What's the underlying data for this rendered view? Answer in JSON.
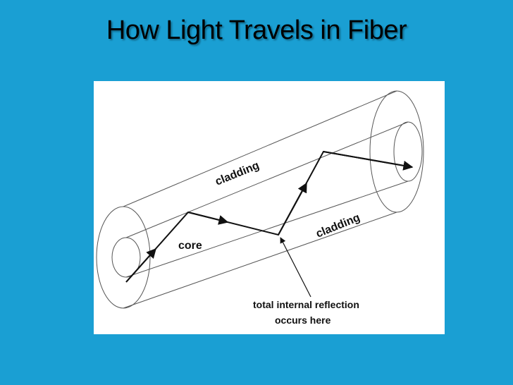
{
  "slide": {
    "title": "How Light Travels in Fiber",
    "background_color": "#1a9fd3"
  },
  "diagram": {
    "labels": {
      "cladding_top": "cladding",
      "cladding_bottom": "cladding",
      "core": "core",
      "reflection_line1": "total internal reflection",
      "reflection_line2": "occurs here"
    },
    "colors": {
      "panel": "#ffffff",
      "ink": "#111111"
    }
  }
}
